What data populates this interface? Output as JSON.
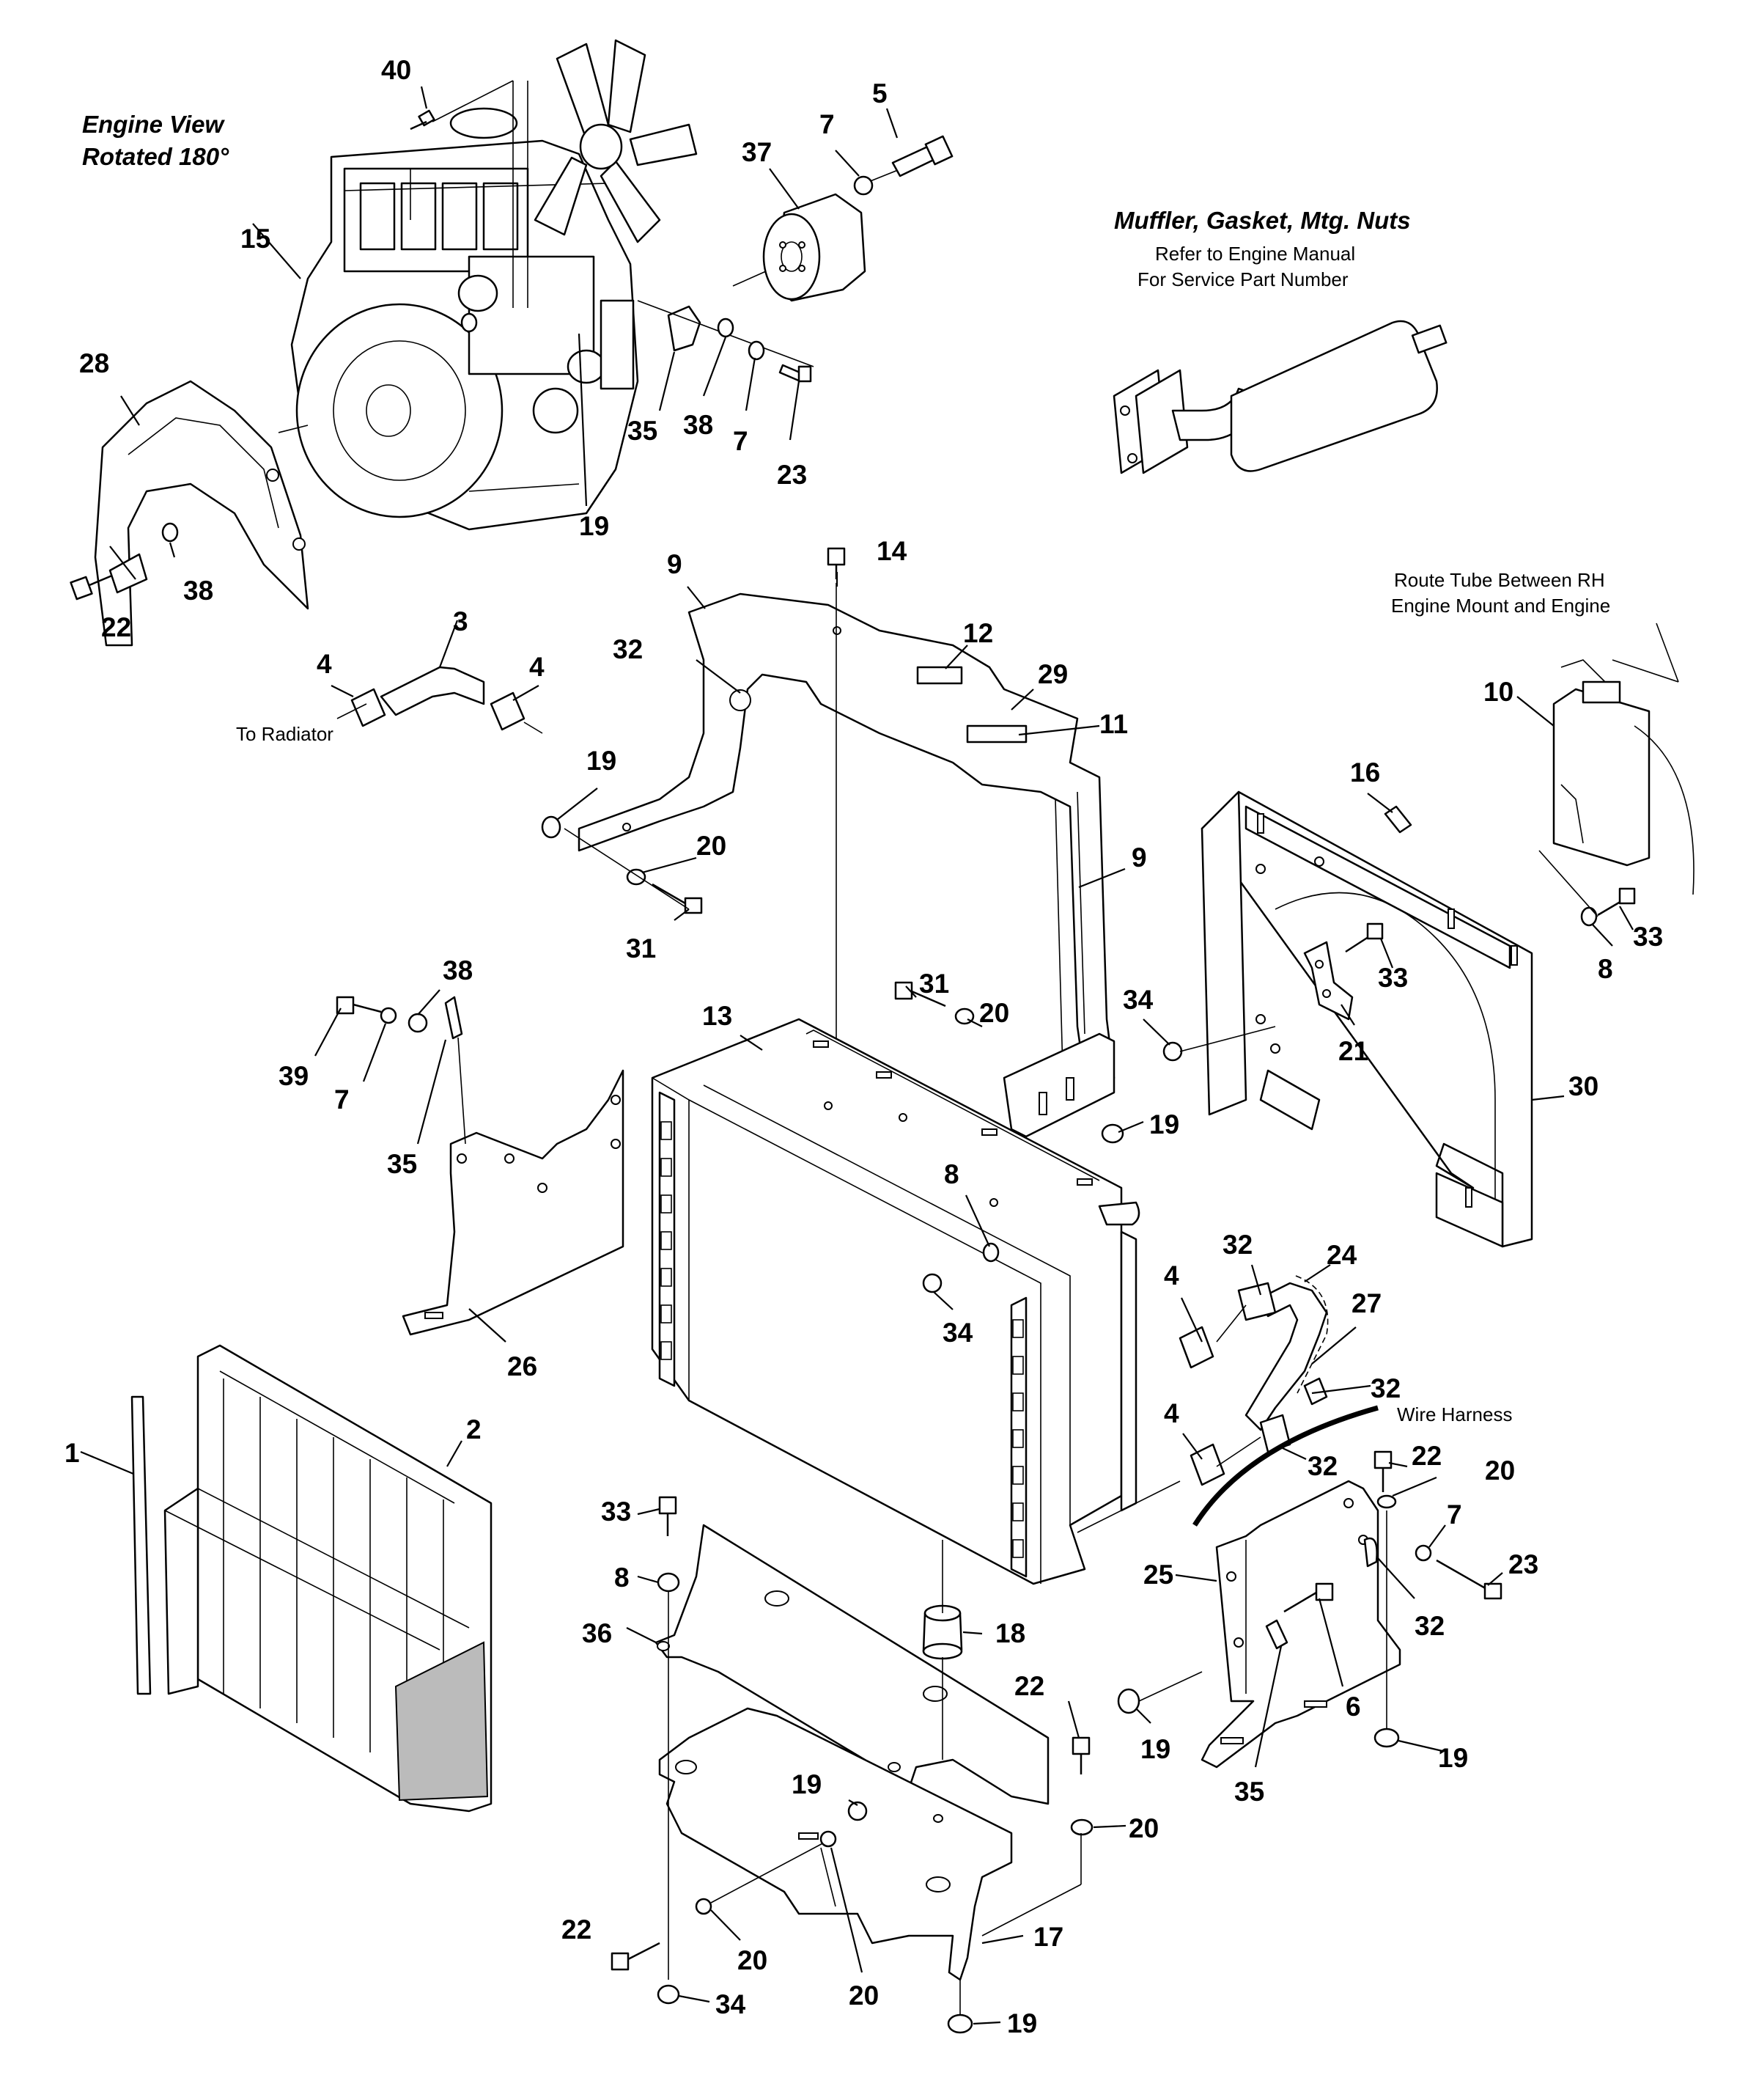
{
  "notes": {
    "engine_view_line1": "Engine View",
    "engine_view_line2": "Rotated 180°",
    "muffler_title": "Muffler, Gasket, Mtg. Nuts",
    "muffler_ref_line1": "Refer to Engine Manual",
    "muffler_ref_line2": "For Service Part Number",
    "route_tube_line1": "Route Tube Between RH",
    "route_tube_line2": "Engine Mount and Engine",
    "to_radiator": "To Radiator",
    "wire_harness": "Wire Harness"
  },
  "callouts": [
    "40",
    "5",
    "7",
    "37",
    "15",
    "28",
    "19",
    "35",
    "38",
    "7",
    "23",
    "22",
    "38",
    "3",
    "4",
    "4",
    "9",
    "14",
    "12",
    "32",
    "29",
    "11",
    "19",
    "20",
    "31",
    "9",
    "10",
    "16",
    "33",
    "8",
    "33",
    "34",
    "21",
    "31",
    "20",
    "13",
    "19",
    "30",
    "38",
    "39",
    "7",
    "35",
    "8",
    "34",
    "26",
    "32",
    "24",
    "4",
    "27",
    "32",
    "4",
    "32",
    "2",
    "1",
    "22",
    "20",
    "33",
    "8",
    "18",
    "36",
    "7",
    "25",
    "23",
    "32",
    "6",
    "22",
    "19",
    "35",
    "19",
    "20",
    "19",
    "22",
    "20",
    "20",
    "17",
    "34",
    "19"
  ]
}
